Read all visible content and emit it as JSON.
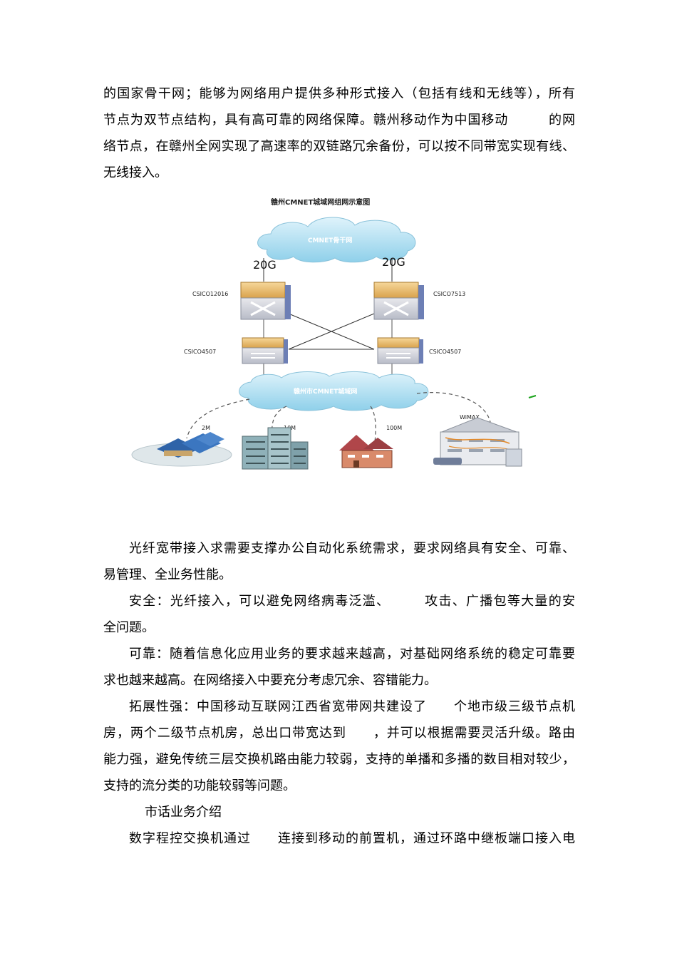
{
  "intro": {
    "lines": [
      "的国家骨干网；能够为网络用户提供多种形式接入（包括有线和无线等），所有",
      "节点为双节点结构，具有高可靠的网络保障。赣州移动作为中国移动　　　的网",
      "络节点，在赣州全网实现了高速率的双链路冗余备份，可以按不同带宽实现有线、",
      "无线接入。"
    ]
  },
  "diagram": {
    "title": "赣州CMNET城域网组网示意图",
    "backbone_label": "CMNET骨干网",
    "metro_label": "赣州市CMNET城域网",
    "link_left": "20G",
    "link_right": "20G",
    "router_left": "CSICO12016",
    "router_right": "CSICO7513",
    "switch_left": "CSICO4507",
    "switch_right": "CSICO4507",
    "access": [
      {
        "bandwidth": "2M"
      },
      {
        "bandwidth": "10M"
      },
      {
        "bandwidth": "100M"
      },
      {
        "bandwidth": "WiMAX"
      }
    ]
  },
  "body": {
    "p1": [
      "光纤宽带接入求需要支撑办公自动化系统需求，要求网络具有安全、可靠、",
      "易管理、全业务性能。"
    ],
    "p2": [
      "安全：光纤接入，可以避免网络病毒泛滥、　　　攻击、广播包等大量的安",
      "全问题。"
    ],
    "p3": [
      "可靠：随着信息化应用业务的要求越来越高，对基础网络系统的稳定可靠要",
      "求也越来越高。在网络接入中要充分考虑冗余、容错能力。"
    ],
    "p4": [
      "拓展性强：中国移动互联网江西省宽带网共建设了　　个地市级三级节点机",
      "房，两个二级节点机房，总出口带宽达到　　，并可以根据需要灵活升级。路由",
      "能力强，避免传统三层交换机路由能力较弱，支持的单播和多播的数目相对较少，",
      "支持的流分类的功能较弱等问题。"
    ],
    "heading": "市话业务介绍",
    "p5": [
      "数字程控交换机通过　　连接到移动的前置机，通过环路中继板端口接入电"
    ]
  }
}
